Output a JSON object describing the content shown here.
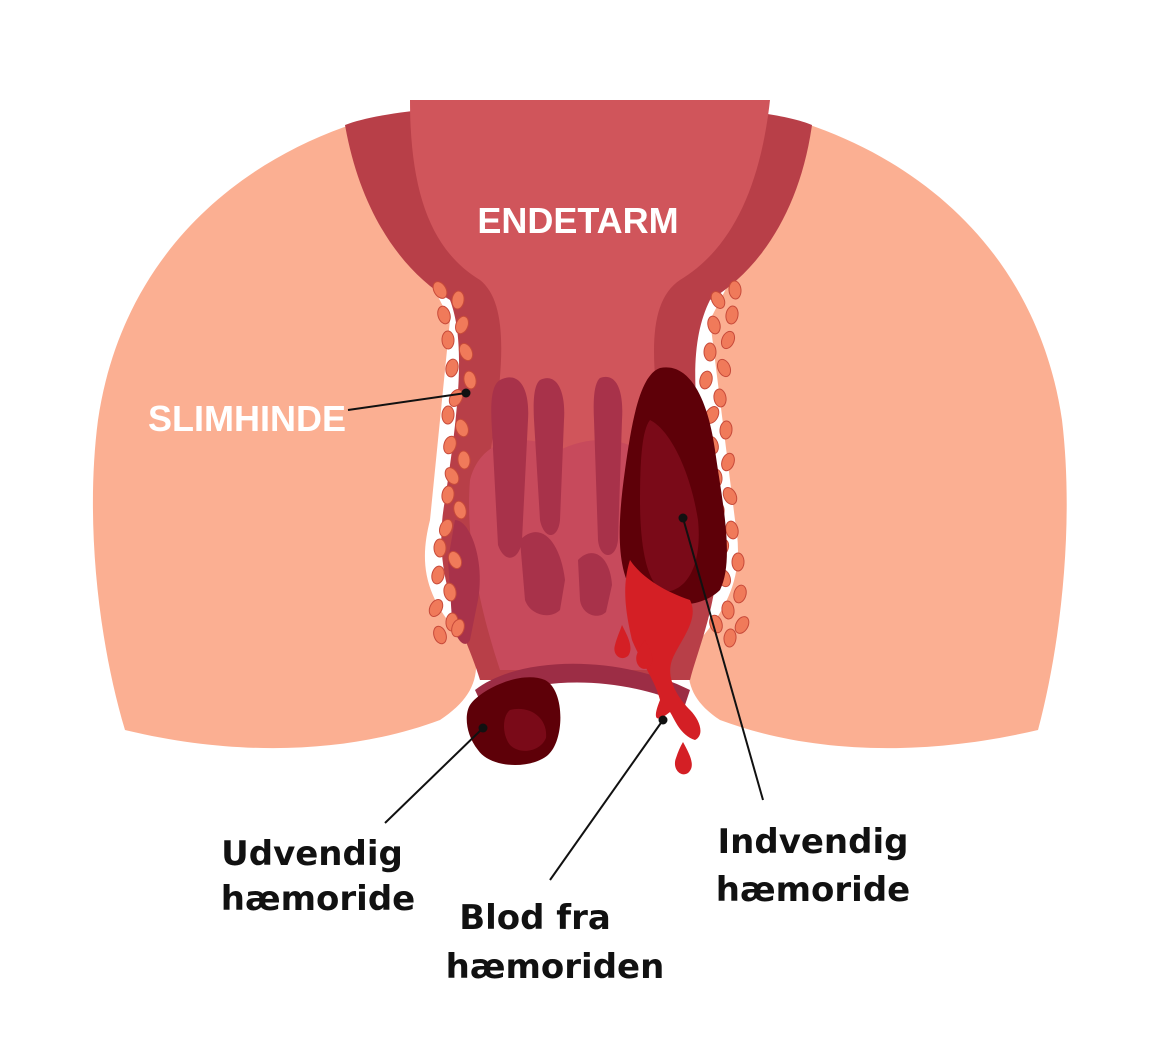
{
  "labels": {
    "rectum": "ENDETARM",
    "mucosa": "SLIMHINDE",
    "external_line1": "Udvendig",
    "external_line2": "hæmoride",
    "blood_line1": "Blod fra",
    "blood_line2": "hæmoriden",
    "internal_line1": "Indvendig",
    "internal_line2": "hæmoride"
  },
  "colors": {
    "skin": "#fbaf92",
    "rectum": "#d0555b",
    "rectum_wall": "#b83f48",
    "folds": "#a8324a",
    "hemorrhoid": "#5e0008",
    "blood": "#d41f25",
    "cells": "#f07a5a"
  }
}
